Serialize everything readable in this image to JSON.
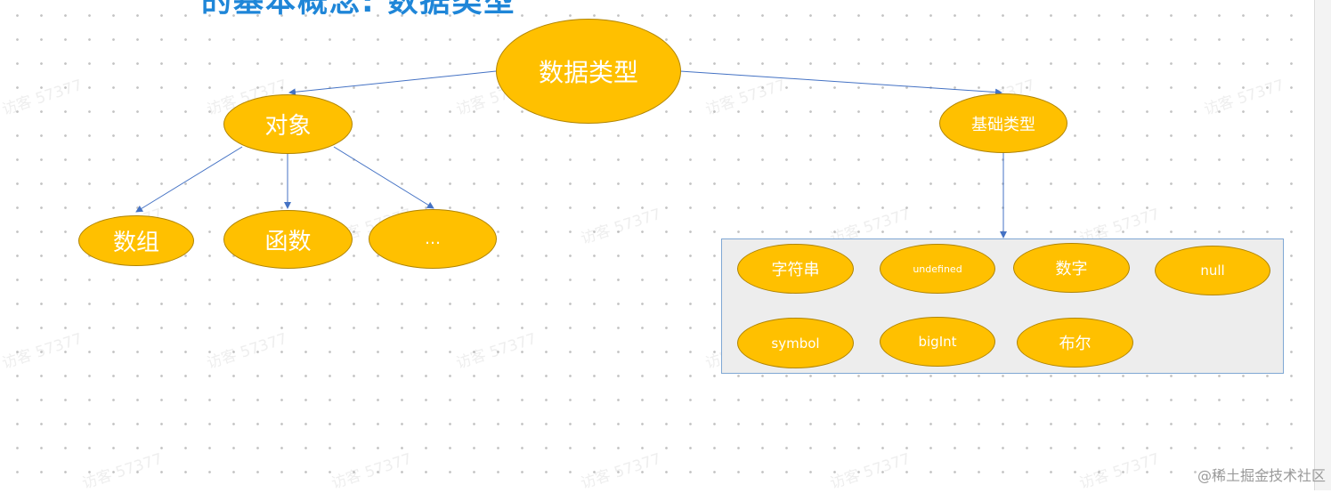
{
  "header": {
    "title": "的基本概念: 数据类型"
  },
  "diagram": {
    "root": "数据类型",
    "object_branch": {
      "label": "对象",
      "children": [
        "数组",
        "函数",
        "…"
      ]
    },
    "primitive_branch": {
      "label": "基础类型",
      "children": [
        "字符串",
        "undefined",
        "数字",
        "null",
        "symbol",
        "bigInt",
        "布尔"
      ]
    },
    "colors": {
      "node_fill": "#ffc000",
      "node_border": "#b08400",
      "node_text": "#ffffff",
      "connector": "#4472c4",
      "group_fill": "#ededed",
      "group_border": "#7fa7d4",
      "title_color": "#1f86d8"
    }
  },
  "footer": {
    "watermark": "@稀土掘金技术社区"
  }
}
